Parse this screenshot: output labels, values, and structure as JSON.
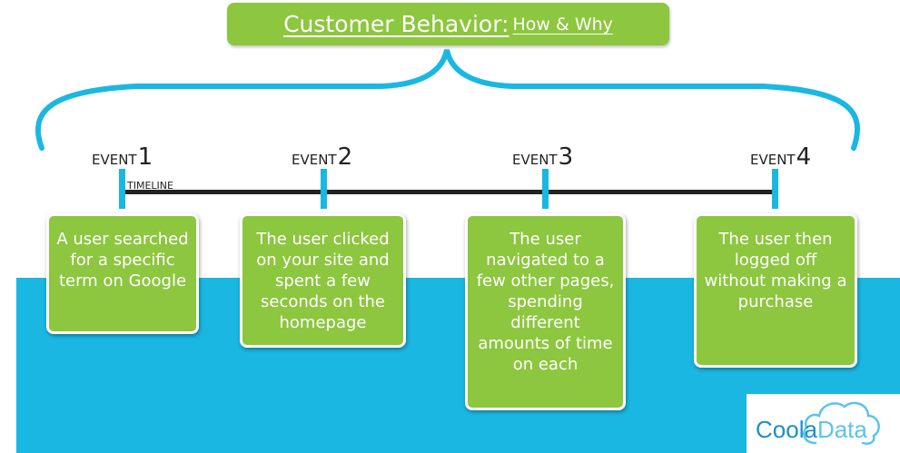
{
  "title": {
    "main": "Customer Behavior:",
    "sub": "How & Why"
  },
  "timeline_label": "TIMELINE",
  "events": [
    {
      "word": "EVENT",
      "number": "1",
      "text": "A user searched for a specific term on Google"
    },
    {
      "word": "EVENT",
      "number": "2",
      "text": "The user clicked on your site and spent a few seconds on the homepage"
    },
    {
      "word": "EVENT",
      "number": "3",
      "text": "The user navigated to a few other pages, spending different amounts of time on each"
    },
    {
      "word": "EVENT",
      "number": "4",
      "text": "The user then logged off without making a purchase"
    }
  ],
  "logo": {
    "part1": "Coola",
    "part2": "Data"
  },
  "colors": {
    "green": "#8dc63f",
    "blue": "#1ab7e3",
    "dark": "#222222"
  }
}
